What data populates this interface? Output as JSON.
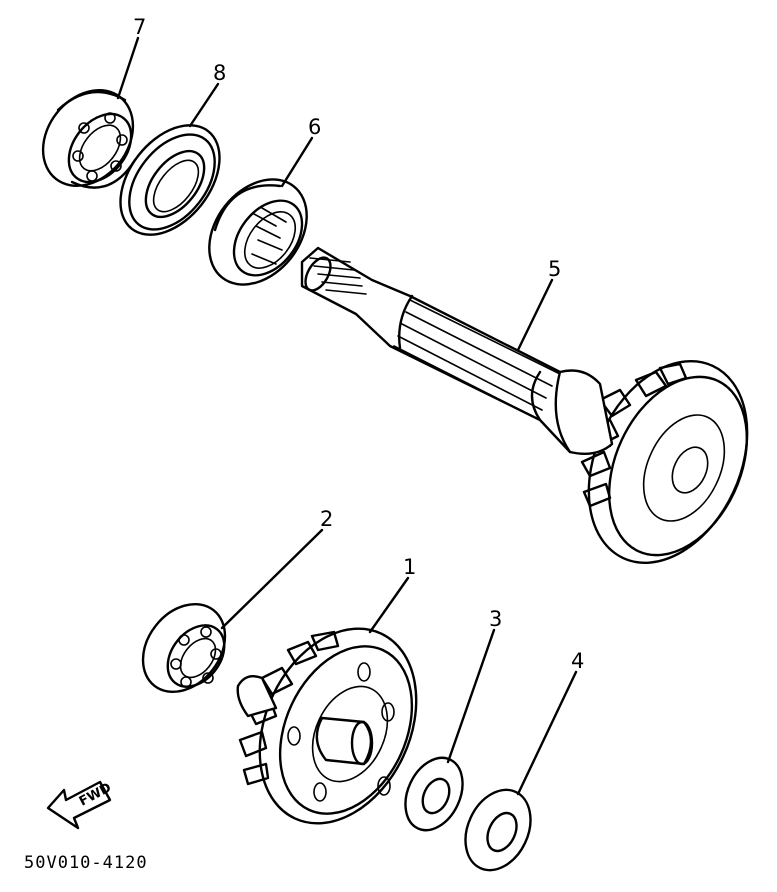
{
  "diagram": {
    "callouts": {
      "p1": "1",
      "p2": "2",
      "p3": "3",
      "p4": "4",
      "p5": "5",
      "p6": "6",
      "p7": "7",
      "p8": "8"
    },
    "direction_label": "FWD",
    "diagram_code": "50V010-4120"
  }
}
